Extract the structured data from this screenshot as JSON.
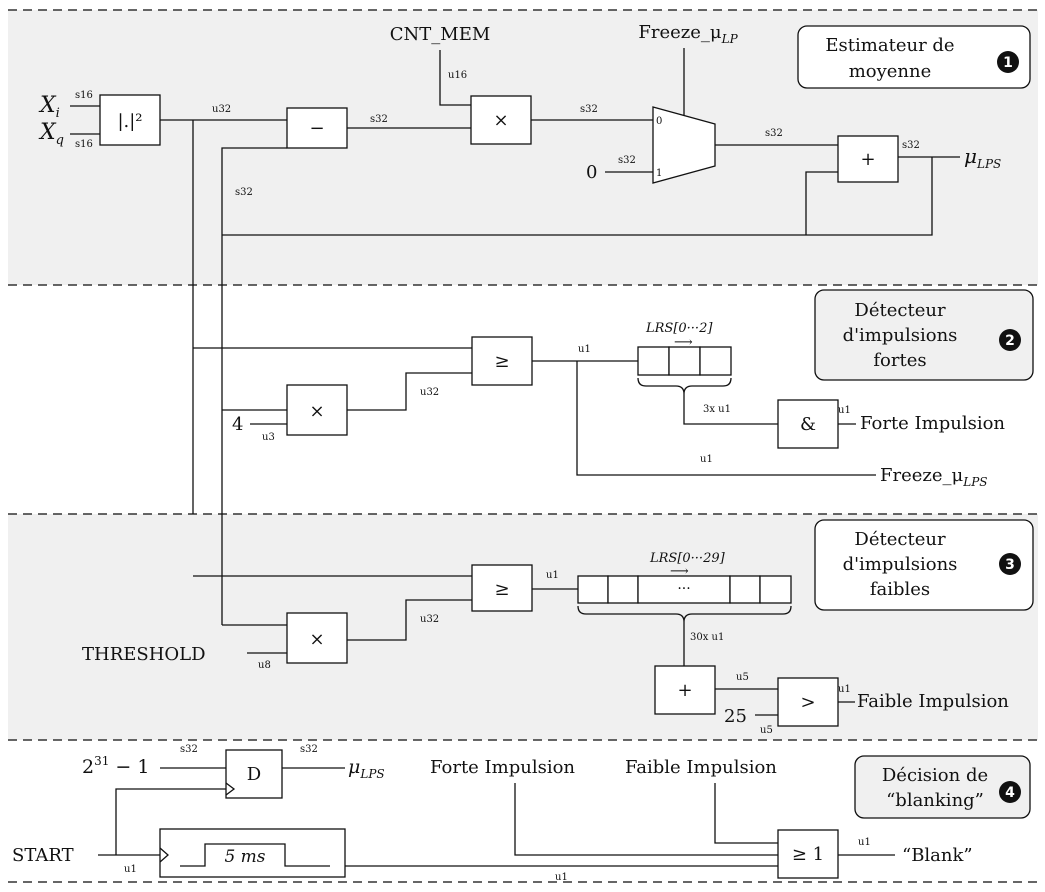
{
  "colors": {
    "section_bg": "#f0f0f0",
    "line": "#111111",
    "badge": "#111111",
    "box_fill": "#ffffff"
  },
  "sections": [
    {
      "id": "estimateur",
      "title_lines": [
        "Estimateur de",
        "moyenne"
      ],
      "number": "1"
    },
    {
      "id": "fortes",
      "title_lines": [
        "Détecteur",
        "d'impulsions",
        "fortes"
      ],
      "number": "2"
    },
    {
      "id": "faibles",
      "title_lines": [
        "Détecteur",
        "d'impulsions",
        "faibles"
      ],
      "number": "3"
    },
    {
      "id": "decision",
      "title_lines": [
        "Décision de",
        "“blanking”"
      ],
      "number": "4"
    }
  ],
  "blocks": {
    "abs2": "|.|²",
    "sub": "−",
    "mult": "×",
    "add": "+",
    "geq": "≥",
    "and": "&",
    "gt": ">",
    "delay": "D",
    "or": "≥ 1",
    "timer": "5 ms"
  },
  "inputs": {
    "xi": "X",
    "xi_sub": "i",
    "xq": "X",
    "xq_sub": "q",
    "cnt_mem": "CNT_MEM",
    "freeze_lp": "Freeze_μ",
    "freeze_lp_sub": "LP",
    "zero": "0",
    "four": "4",
    "threshold": "THRESHOLD",
    "twentyfive": "25",
    "pow_base": "2",
    "pow_exp": "31",
    "pow_rest": " − 1",
    "start": "START",
    "forte_in": "Forte Impulsion",
    "faible_in": "Faible Impulsion"
  },
  "outputs": {
    "mu": "μ",
    "mu_sub": "LPS",
    "forte": "Forte Impulsion",
    "freeze_lps": "Freeze_μ",
    "freeze_lps_sub": "LPS",
    "faible": "Faible Impulsion",
    "blank": "“Blank”"
  },
  "shift_registers": {
    "lrs2": "LRS[0···2]",
    "lrs29": "LRS[0···29]",
    "dots": "···"
  },
  "mux_ports": {
    "p0": "0",
    "p1": "1"
  },
  "widths": {
    "s16a": "s16",
    "s16b": "s16",
    "u32_abs": "u32",
    "s32_sub": "s32",
    "s32_fb": "s32",
    "u16": "u16",
    "s32_mul": "s32",
    "s32_zero": "s32",
    "s32_mux": "s32",
    "s32_out": "s32",
    "u1_geq2": "u1",
    "u32_m2": "u32",
    "u3": "u3",
    "u1x3": "3x u1",
    "u1_and": "u1",
    "u1_freeze": "u1",
    "u1_geq3": "u1",
    "u32_m3": "u32",
    "u8": "u8",
    "u1x30": "30x u1",
    "u5a": "u5",
    "u5b": "u5",
    "u1_gt": "u1",
    "s32_d_in": "s32",
    "s32_d_out": "s32",
    "u1_start": "u1",
    "u1_timer": "u1",
    "u1_or": "u1"
  }
}
